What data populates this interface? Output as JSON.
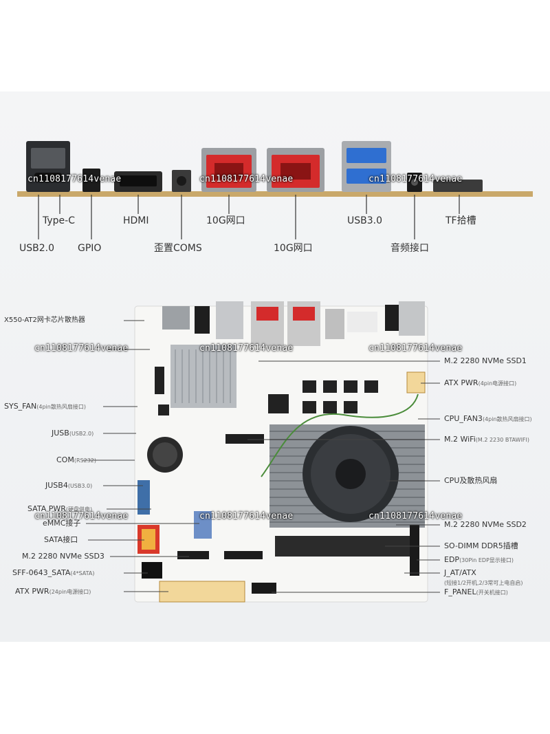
{
  "watermark": "cn1108177614venae",
  "top_labels": {
    "type_c": "Type-C",
    "usb2": "USB2.0",
    "gpio": "GPIO",
    "hdmi": "HDMI",
    "coms": "歪置COMS",
    "lan1": "10G网口",
    "lan2": "10G网口",
    "usb3": "USB3.0",
    "audio": "音频接口",
    "tf": "TF拾槽"
  },
  "left_labels": [
    {
      "main": "X550-AT2网卡芯片散热器",
      "sub": ""
    },
    {
      "main": "SYS_FAN",
      "sub": "(4pin散热风扇接口)"
    },
    {
      "main": "JUSB",
      "sub": "(USB2.0)"
    },
    {
      "main": "COM",
      "sub": "(RS232)"
    },
    {
      "main": "JUSB4",
      "sub": "(USB3.0)"
    },
    {
      "main": "SATA PWR",
      "sub": "(硬盘供电)"
    },
    {
      "main": "eMMC接子",
      "sub": ""
    },
    {
      "main": "SATA接口",
      "sub": ""
    },
    {
      "main": "M.2 2280 NVMe SSD3",
      "sub": ""
    },
    {
      "main": "SFF-0643_SATA",
      "sub": "(4*SATA)"
    },
    {
      "main": "ATX PWR",
      "sub": "(24pin电源接口)"
    }
  ],
  "right_labels": [
    {
      "main": "M.2 2280 NVMe SSD1",
      "sub": ""
    },
    {
      "main": "ATX PWR",
      "sub": "(4pin电源接口)"
    },
    {
      "main": "CPU_FAN3",
      "sub": "(4pin散热风扇接口)"
    },
    {
      "main": "M.2 WiFi",
      "sub": "(M.2 2230 BTAWIFI)"
    },
    {
      "main": "CPU及散热风扇",
      "sub": ""
    },
    {
      "main": "M.2 2280 NVMe SSD2",
      "sub": ""
    },
    {
      "main": "SO-DIMM DDR5插槽",
      "sub": ""
    },
    {
      "main": "EDP",
      "sub": "(30Pin EDP显示接口)"
    },
    {
      "main": "J_AT/ATX",
      "sub": ""
    },
    {
      "main": "",
      "sub": "(短接1/2开机,2/3常可上电自启)"
    },
    {
      "main": "F_PANEL",
      "sub": "(开关机接口)"
    }
  ],
  "colors": {
    "lan_red": "#d42b2b",
    "usb3_blue": "#2f6fd1",
    "pcb_gold": "#c9a86a",
    "board_white": "#f7f7f5",
    "heatsink": "#b8bcc0"
  }
}
